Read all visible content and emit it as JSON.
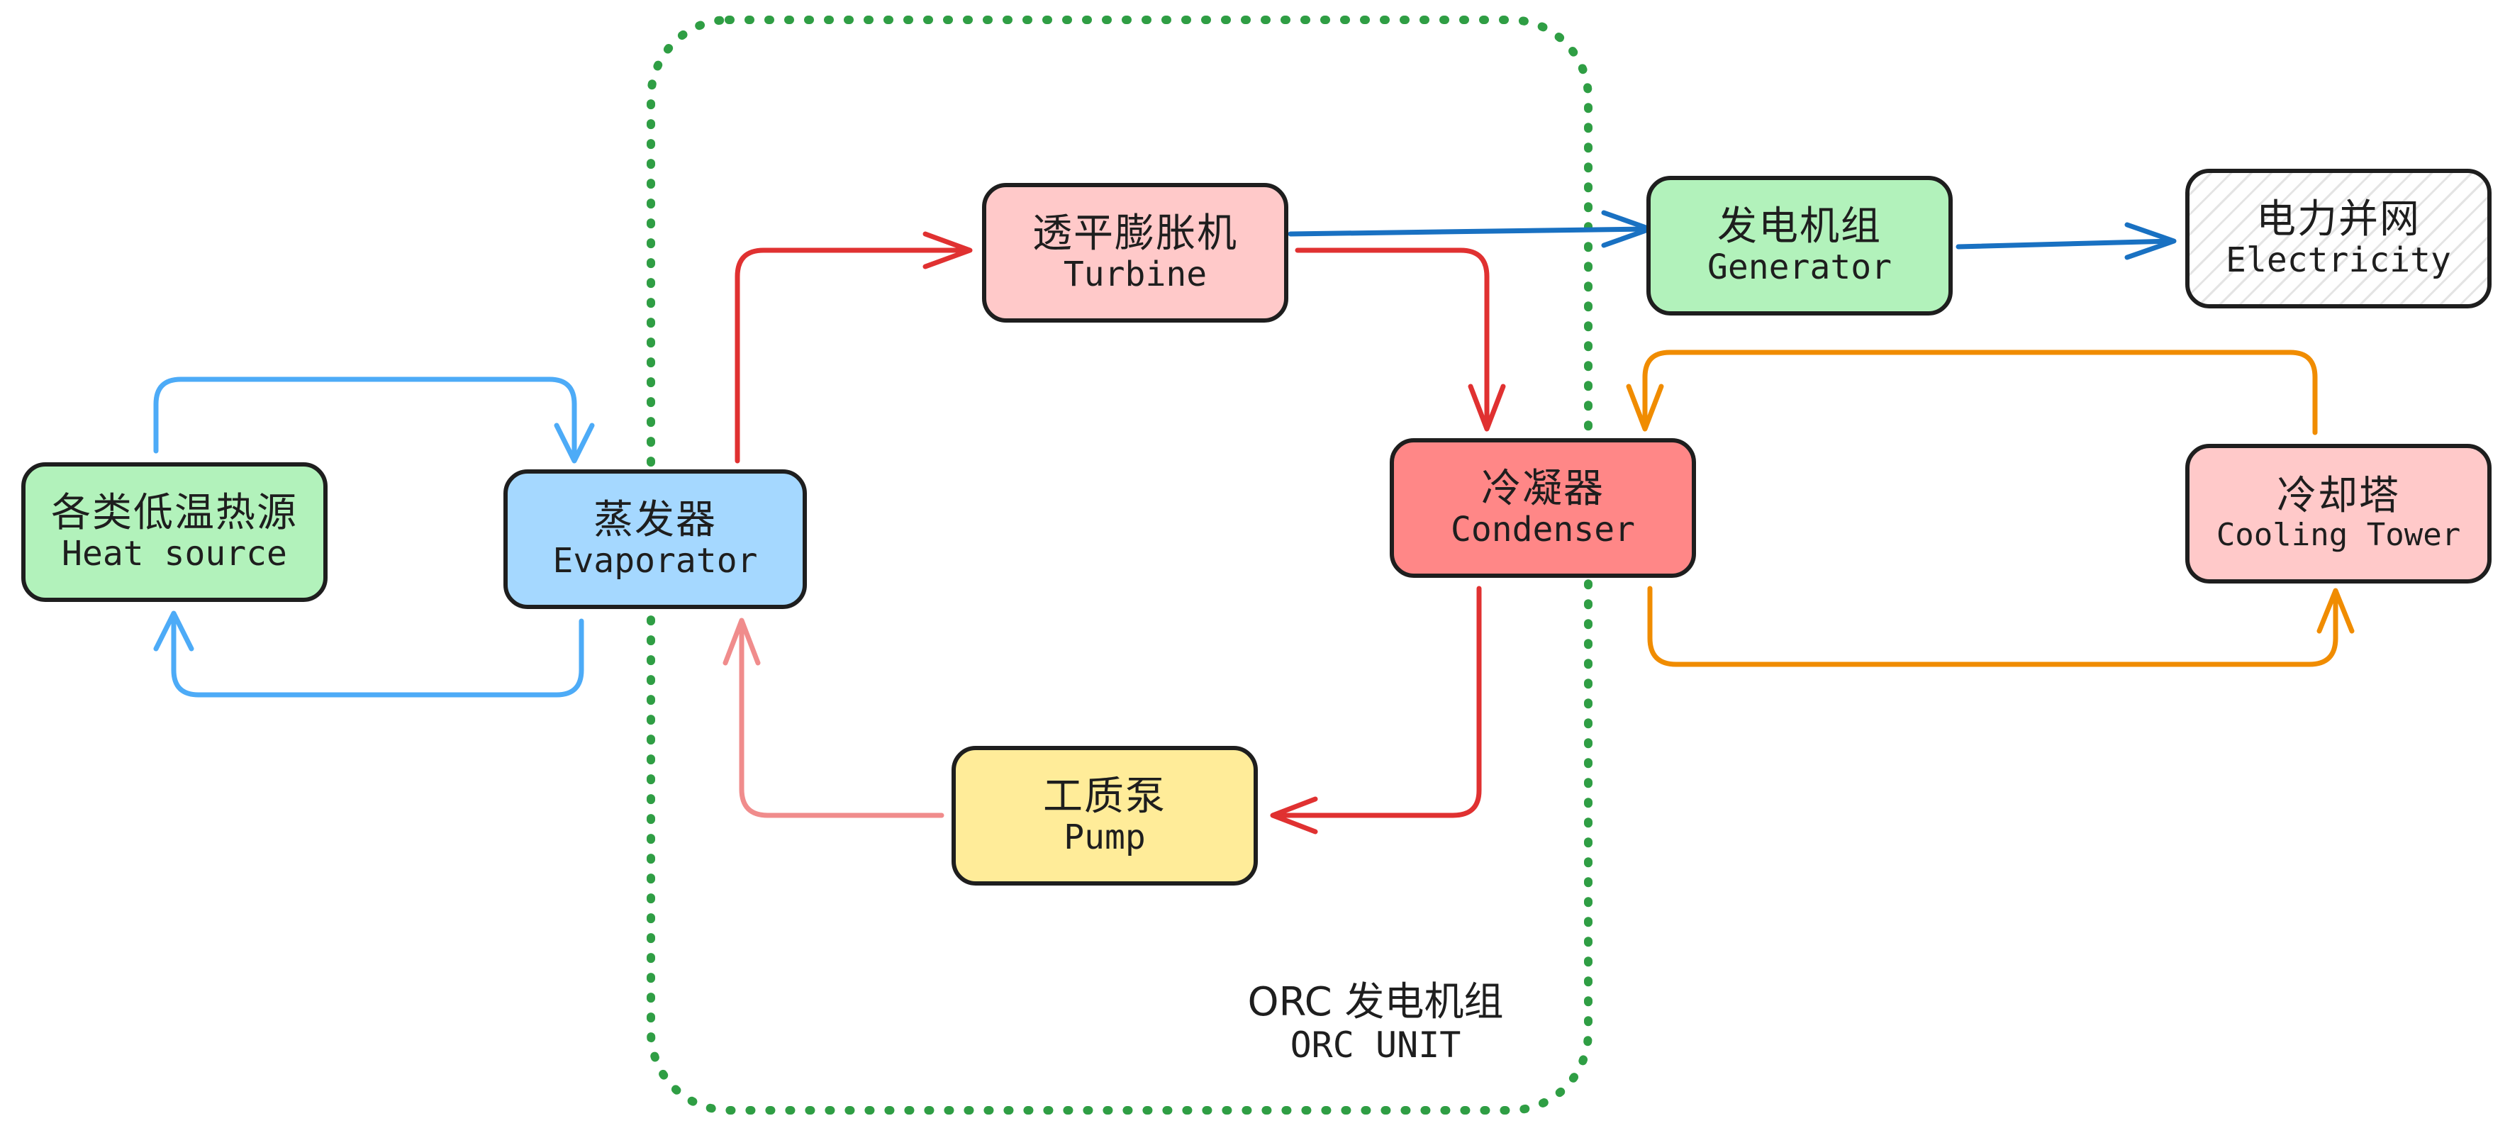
{
  "colors": {
    "heat_blue": "#4dabf7",
    "orc_red": "#e03131",
    "pump_pink": "#f08c8c",
    "power_blue": "#1971c2",
    "cooling_orange": "#f08c00",
    "boundary_green": "#2f9e44",
    "stroke": "#1e1e1e"
  },
  "orc_unit": {
    "label_zh": "ORC 发电机组",
    "label_en": "ORC UNIT"
  },
  "nodes": {
    "heat_source": {
      "zh": "各类低温热源",
      "en": "Heat source",
      "fill": "#b2f2bb"
    },
    "evaporator": {
      "zh": "蒸发器",
      "en": "Evaporator",
      "fill": "#a5d8ff"
    },
    "turbine": {
      "zh": "透平膨胀机",
      "en": "Turbine",
      "fill": "#ffc9c9"
    },
    "pump": {
      "zh": "工质泵",
      "en": "Pump",
      "fill": "#ffec99"
    },
    "condenser": {
      "zh": "冷凝器",
      "en": "Condenser",
      "fill": "#ff8787"
    },
    "generator": {
      "zh": "发电机组",
      "en": "Generator",
      "fill": "#b2f2bb"
    },
    "electricity": {
      "zh": "电力并网",
      "en": "Electricity",
      "fill": "hatch"
    },
    "cooling_tower": {
      "zh": "冷却塔",
      "en": "Cooling Tower",
      "fill": "#ffc9c9"
    }
  }
}
